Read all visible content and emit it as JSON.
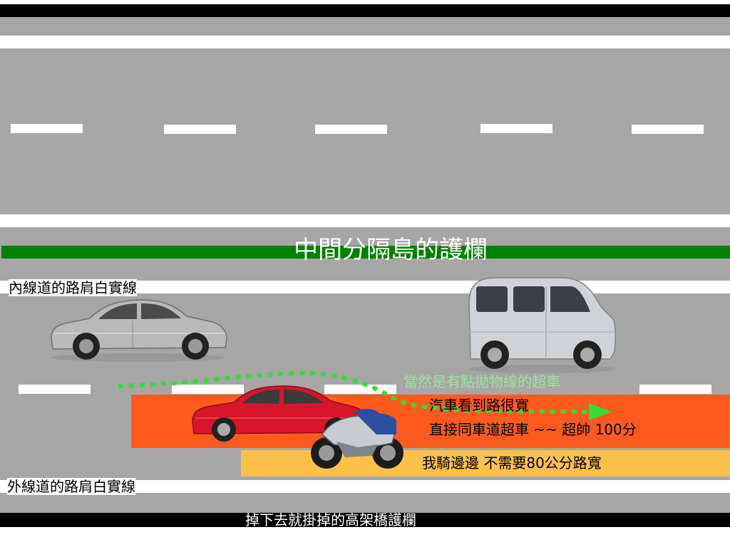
{
  "labels": {
    "median_guardrail": "中間分隔島的護欄",
    "inner_shoulder_line": "內線道的路肩白實線",
    "outer_shoulder_line": "外線道的路肩白實線",
    "bridge_guardrail": "掉下去就掛掉的高架橋護欄",
    "overtake_note": "當然是有點拋物線的超車",
    "car_sees_wide": "汽車看到路很寬",
    "overtake_same_lane": "直接同車道超車 ~~ 超帥 100分",
    "ride_edge": "我騎邊邊 不需要80公分路寬"
  },
  "colors": {
    "road": "#a6a6a6",
    "median_green": "#008000",
    "highlight_orange": "#ff5a1e",
    "highlight_yellow": "#ffc04a",
    "path_green": "#33dd33",
    "note_green": "#9be39b",
    "car_silver": "#b9b9b9",
    "car_red": "#d8152a",
    "van_silver": "#cfd2d6",
    "bike_blue": "#2a4fa0"
  },
  "icons": {
    "silver_car": "sedan-icon",
    "red_car": "sedan-icon",
    "van": "van-icon",
    "motorcycle": "motorcycle-icon",
    "path": "dotted-arrow-icon"
  }
}
